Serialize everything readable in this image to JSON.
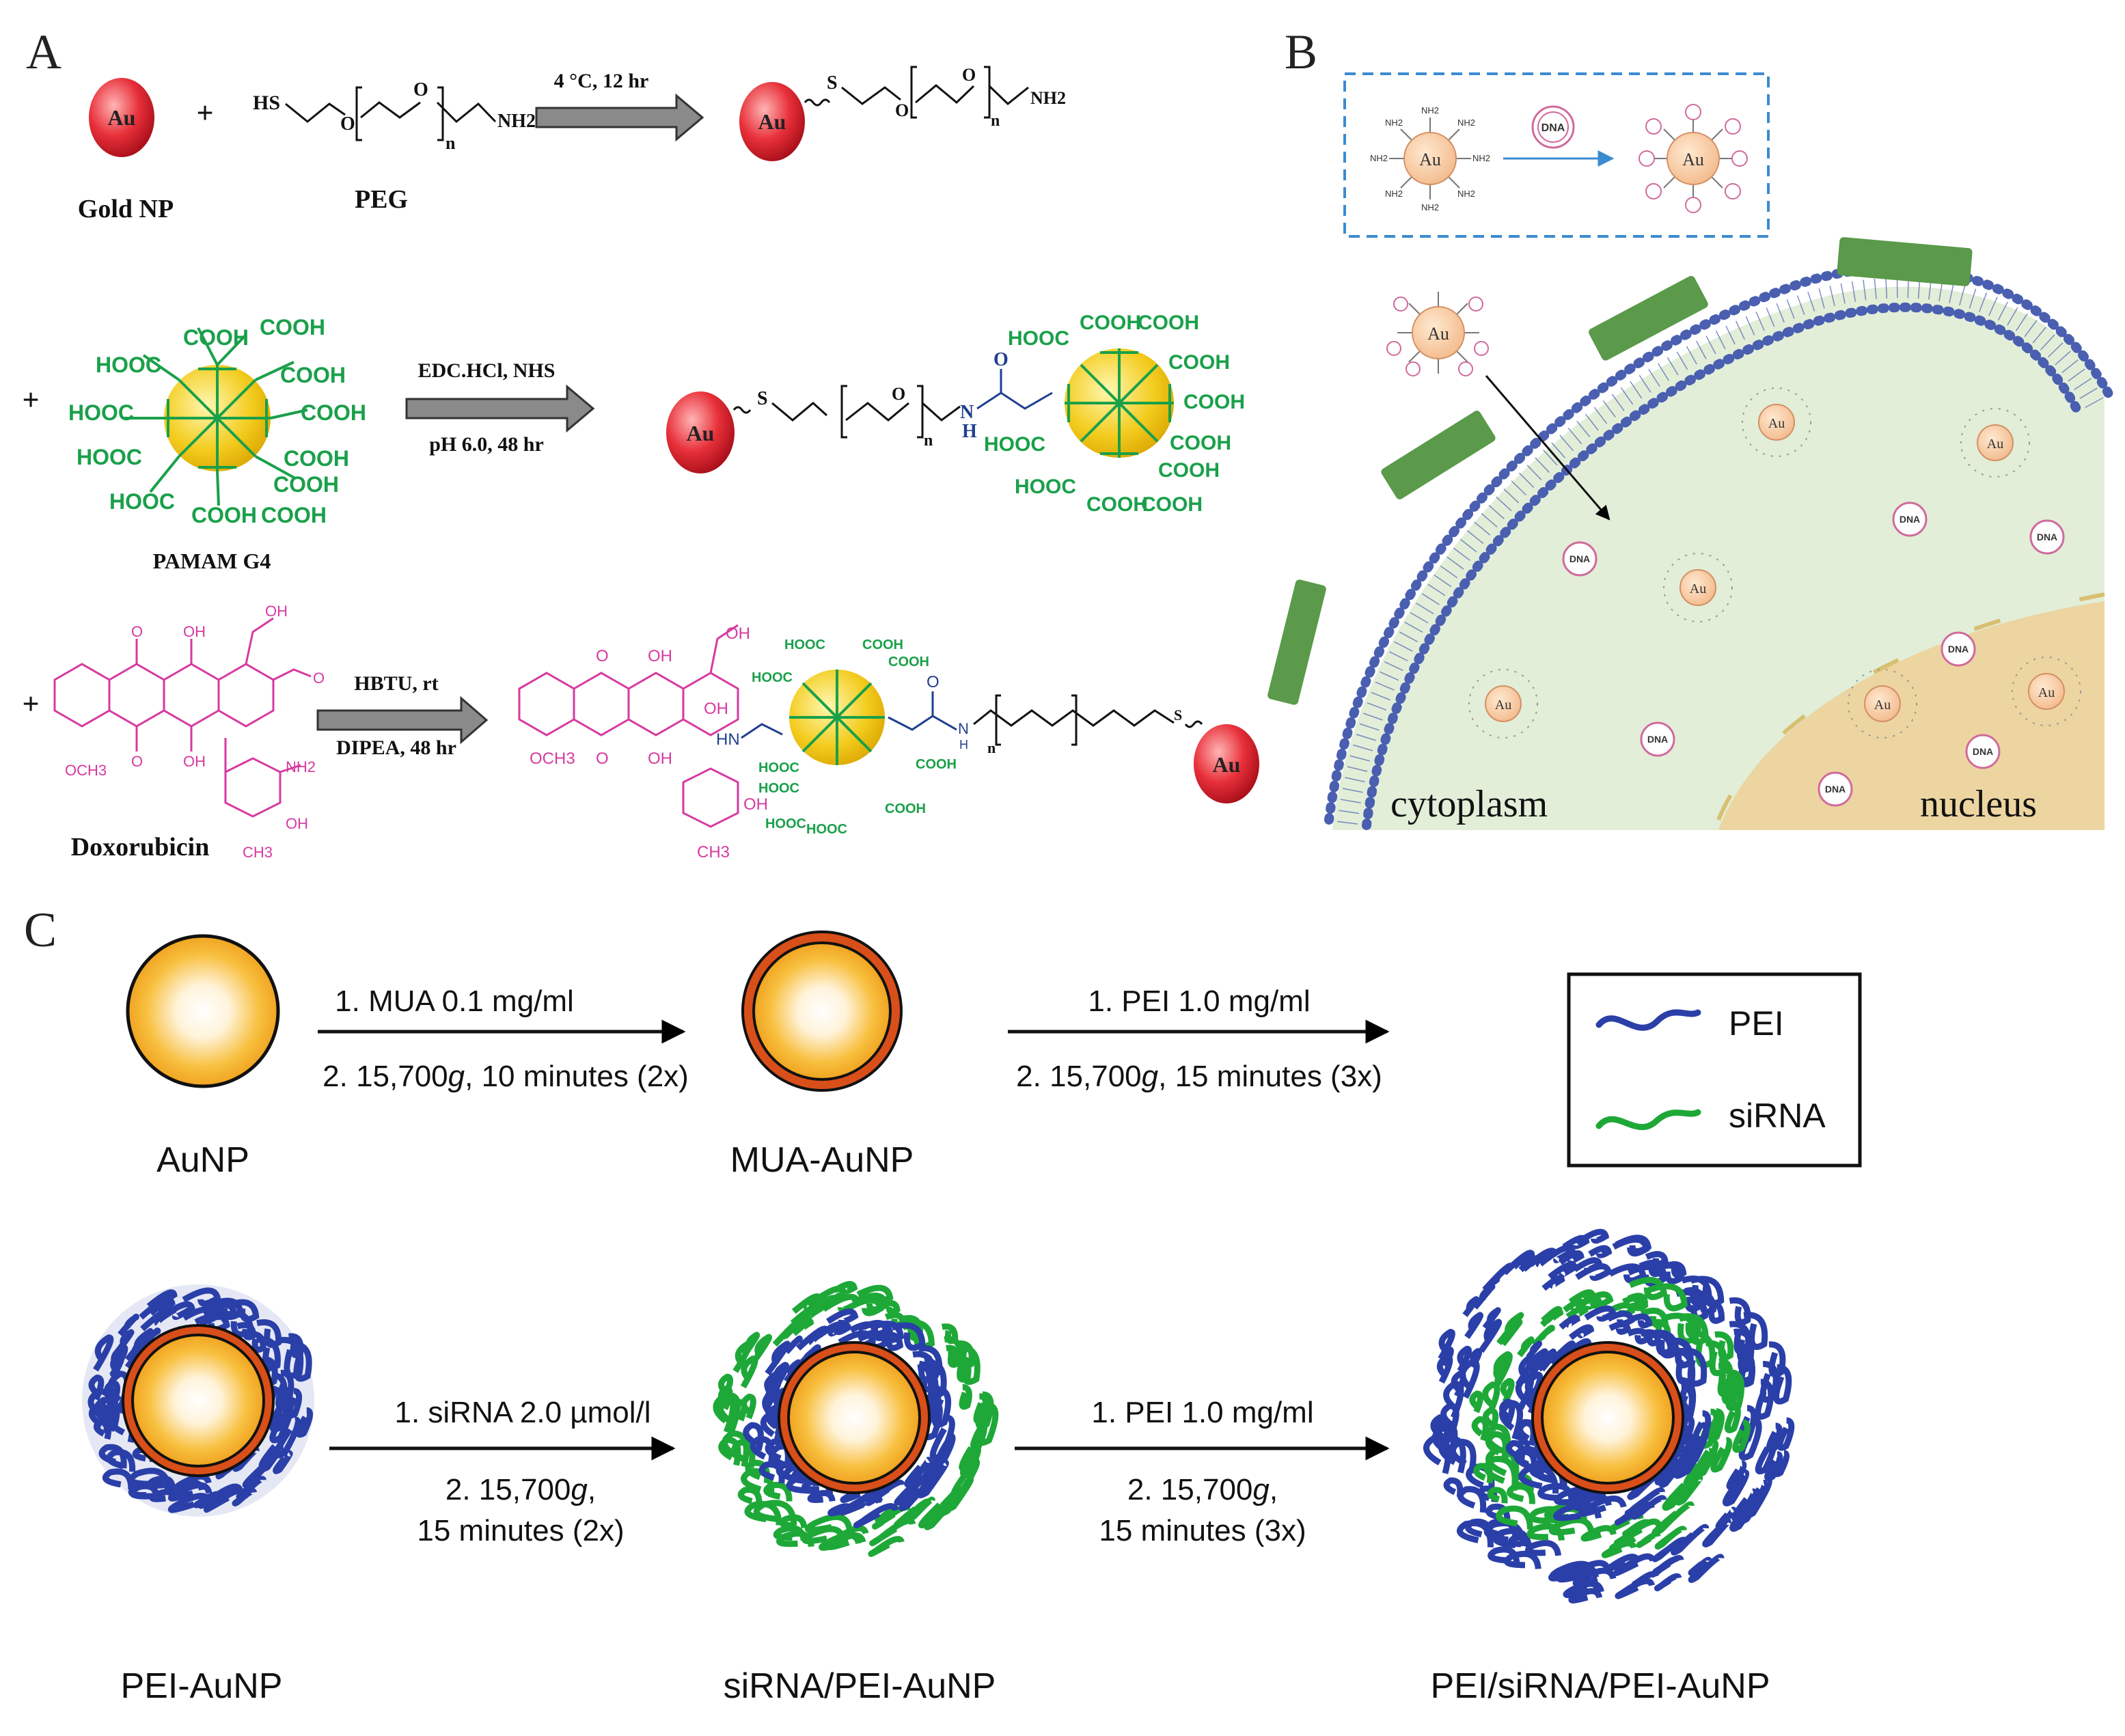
{
  "panel_labels": {
    "a": "A",
    "b": "B",
    "c": "C"
  },
  "colors": {
    "gold_red": "#e0202c",
    "pamam_green": "#1aa04a",
    "dox_pink": "#d63aa0",
    "linker_blue": "#1f3f8f",
    "pei_blue": "#2a3fa8",
    "sirna_green": "#1ea838",
    "membrane_blue": "#4a5fb0",
    "receptor_green": "#5a9a4a",
    "cytoplasm": "#e2eed8",
    "nucleus": "#ecd5a0",
    "dashed_box": "#3b8bd0"
  },
  "panel_a": {
    "gold_np_label": "Gold NP",
    "au": "Au",
    "plus": "+",
    "peg_label": "PEG",
    "peg_formula": {
      "hs": "HS",
      "o": "O",
      "n": "n",
      "nh2": "NH2",
      "s": "S"
    },
    "step1": {
      "top": "4 °C, 12 hr"
    },
    "pamam_label": "PAMAM G4",
    "cooh": "COOH",
    "hooc": "HOOC",
    "step2": {
      "top": "EDC.HCl, NHS",
      "bottom": "pH 6.0, 48 hr"
    },
    "amide": {
      "n": "N",
      "h": "H",
      "o": "O"
    },
    "dox_label": "Doxorubicin",
    "step3": {
      "top": "HBTU, rt",
      "bottom": "DIPEA, 48 hr"
    },
    "dox_atoms": {
      "oh": "OH",
      "och3": "OCH3",
      "nh2": "NH2",
      "ch3": "CH3",
      "o": "O",
      "hn": "HN"
    }
  },
  "panel_b": {
    "au": "Au",
    "nh2": "NH2",
    "dna": "DNA",
    "cytoplasm_label": "cytoplasm",
    "nucleus_label": "nucleus"
  },
  "panel_c": {
    "aunp": "AuNP",
    "mua_aunp": "MUA-AuNP",
    "pei_aunp": "PEI-AuNP",
    "sirna_pei_aunp": "siRNA/PEI-AuNP",
    "pei_sirna_pei_aunp": "PEI/siRNA/PEI-AuNP",
    "step1": {
      "line1": "1. MUA 0.1 mg/ml",
      "line2": "2. 15,700",
      "g": "g",
      "line2b": ", 10 minutes (2x)"
    },
    "step2": {
      "line1": "1. PEI 1.0 mg/ml",
      "line2": "2. 15,700",
      "g": "g",
      "line2b": ", 15 minutes (3x)"
    },
    "step3": {
      "line1": "1. siRNA 2.0 µmol/l",
      "line2": "2. 15,700",
      "g": "g",
      "line2b": ",",
      "line3": "15 minutes (2x)"
    },
    "step4": {
      "line1": "1. PEI 1.0 mg/ml",
      "line2": "2. 15,700",
      "g": "g",
      "line2b": ",",
      "line3": "15 minutes (3x)"
    },
    "legend": [
      {
        "label": "PEI"
      },
      {
        "label": "siRNA"
      }
    ]
  }
}
